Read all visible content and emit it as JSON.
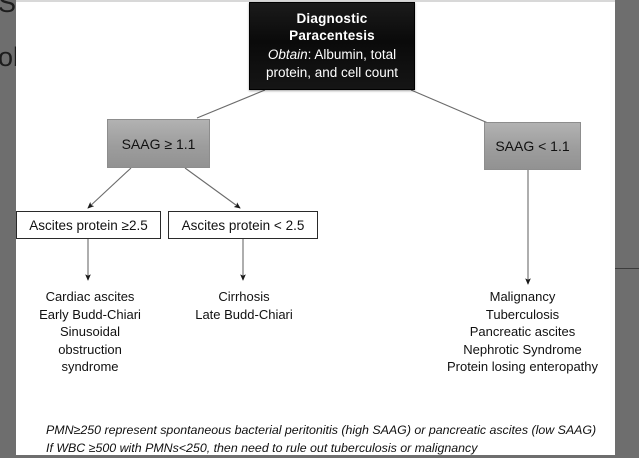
{
  "diagram": {
    "title": "Diagnostic Paracentesis ascites evaluation algorithm",
    "colors": {
      "root_box": "#0d0d0d",
      "decision_box": "#9d9d9d",
      "leaf_box": "#ffffff",
      "border": "#2a2a2a",
      "connector": "#6b6b6b",
      "background": "#ffffff",
      "frame": "#6e6e6e"
    },
    "root": {
      "title_line1": "Diagnostic",
      "title_line2": "Paracentesis",
      "obtain_label": "Obtain",
      "obtain_sep": ": ",
      "obtain_line1": "Albumin,  total",
      "obtain_line2": "protein, and cell count"
    },
    "decisions": [
      {
        "label": "SAAG ≥ 1.1"
      },
      {
        "label": "SAAG < 1.1"
      }
    ],
    "protein_boxes": [
      {
        "label": "Ascites protein ≥2.5"
      },
      {
        "label": "Ascites protein < 2.5"
      }
    ],
    "leaves": [
      {
        "name": "high-saag-high-protein",
        "lines": [
          "Cardiac ascites",
          "Early Budd-Chiari",
          "Sinusoidal",
          "obstruction",
          "syndrome"
        ]
      },
      {
        "name": "high-saag-low-protein",
        "lines": [
          "Cirrhosis",
          "Late Budd-Chiari"
        ]
      },
      {
        "name": "low-saag",
        "lines": [
          "Malignancy",
          "Tuberculosis",
          "Pancreatic ascites",
          "Nephrotic Syndrome",
          "Protein losing enteropathy"
        ]
      }
    ],
    "footnotes": [
      "PMN≥250 represent spontaneous bacterial peritonitis (high SAAG) or pancreatic ascites (low SAAG)",
      "If WBC ≥500 with PMNs<250, then need to rule out tuberculosis or malignancy"
    ]
  },
  "clipped_slide_text": {
    "line1": "S",
    "line2": "ob"
  }
}
